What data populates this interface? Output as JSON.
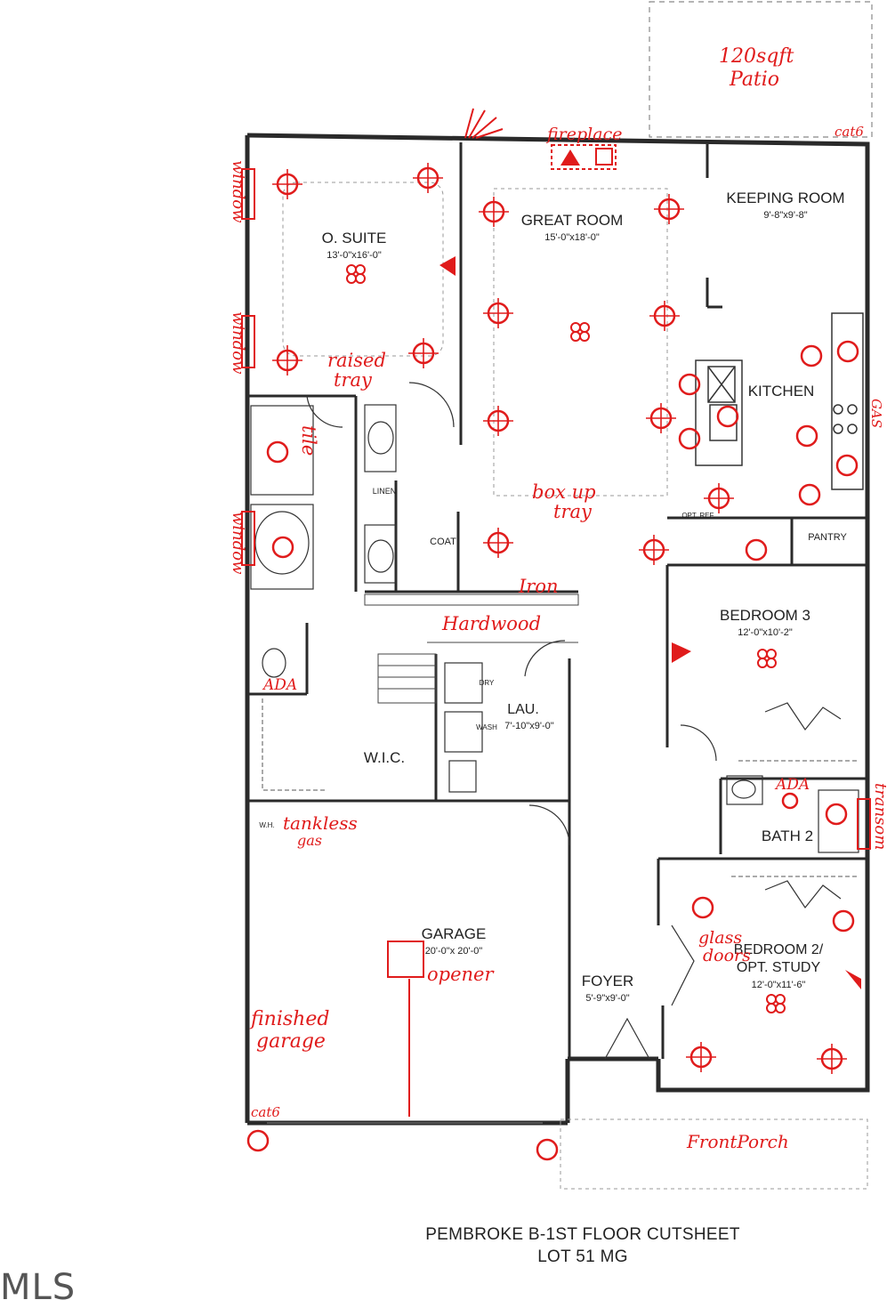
{
  "rooms": {
    "suite": {
      "name": "O. SUITE",
      "dims": "13'-0\"x16'-0\""
    },
    "great": {
      "name": "GREAT ROOM",
      "dims": "15'-0\"x18'-0\""
    },
    "keeping": {
      "name": "KEEPING ROOM",
      "dims": "9'-8\"x9'-8\""
    },
    "kitchen": {
      "name": "KITCHEN"
    },
    "pantry": {
      "name": "PANTRY"
    },
    "coat": {
      "name": "COAT"
    },
    "linen": {
      "name": "LINEN"
    },
    "bed3": {
      "name": "BEDROOM 3",
      "dims": "12'-0\"x10'-2\""
    },
    "lau": {
      "name": "LAU.",
      "dims": "7'-10\"x9'-0\""
    },
    "wic": {
      "name": "W.I.C."
    },
    "bath2": {
      "name": "BATH 2"
    },
    "garage": {
      "name": "GARAGE",
      "dims": "20'-0\"x 20'-0\""
    },
    "foyer": {
      "name": "FOYER",
      "dims": "5'-9\"x9'-0\""
    },
    "bed2": {
      "name": "BEDROOM 2/",
      "name2": "OPT. STUDY",
      "dims": "12'-0\"x11'-6\""
    },
    "opt_ref": {
      "name": "OPT. REF."
    },
    "dry": {
      "name": "DRY"
    },
    "wash": {
      "name": "WASH"
    },
    "wh": {
      "name": "W.H."
    }
  },
  "notes": {
    "patio_1": "120sqft",
    "patio_2": "Patio",
    "fireplace": "fireplace",
    "cat6_top": "cat6",
    "window_1": "window",
    "window_2": "window",
    "window_3": "window",
    "raised_1": "raised",
    "raised_2": "tray",
    "tile": "tile",
    "box_1": "box up",
    "box_2": "tray",
    "iron": "Iron",
    "hardwood": "Hardwood",
    "ada_1": "ADA",
    "ada_2": "ADA",
    "gas": "GAS",
    "transom": "transom",
    "tankless_1": "tankless",
    "tankless_2": "gas",
    "glass_1": "glass",
    "glass_2": "doors",
    "opener": "opener",
    "finished_1": "finished",
    "finished_2": "garage",
    "cat6_bottom": "cat6",
    "front_porch": "FrontPorch"
  },
  "footer": {
    "title_line1": "PEMBROKE B-1ST FLOOR CUTSHEET",
    "title_line2": "LOT 51 MG"
  },
  "watermark": "MLS",
  "colors": {
    "annotation": "#e01b1b",
    "wall": "#2a2a2a"
  }
}
